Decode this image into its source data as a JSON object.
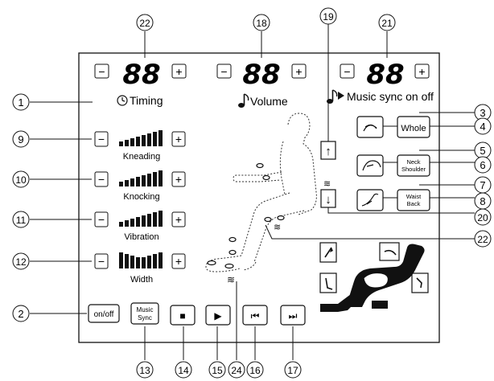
{
  "callouts": {
    "c1": "1",
    "c2": "2",
    "c3": "3",
    "c4": "4",
    "c5": "5",
    "c6": "6",
    "c7": "7",
    "c8": "8",
    "c9": "9",
    "c10": "10",
    "c11": "11",
    "c12": "12",
    "c13": "13",
    "c14": "14",
    "c15": "15",
    "c16": "16",
    "c17": "17",
    "c18": "18",
    "c19": "19",
    "c20": "20",
    "c21": "21",
    "c22": "22",
    "c22b": "22",
    "c24": "24"
  },
  "displays": {
    "timing": {
      "digits": "88",
      "label": "Timing",
      "minus": "−",
      "plus": "+"
    },
    "volume": {
      "digits": "88",
      "label": "Volume",
      "minus": "−",
      "plus": "+"
    },
    "music": {
      "digits": "88",
      "label": "Music sync on off",
      "minus": "−",
      "plus": "+"
    }
  },
  "intensity_rows": [
    {
      "label": "Kneading",
      "minus": "−",
      "plus": "+"
    },
    {
      "label": "Knocking",
      "minus": "−",
      "plus": "+"
    },
    {
      "label": "Vibration",
      "minus": "−",
      "plus": "+"
    },
    {
      "label": "Width",
      "minus": "−",
      "plus": "+"
    }
  ],
  "mode_buttons": {
    "whole": "Whole",
    "neck_shoulder_1": "Neck",
    "neck_shoulder_2": "Shoulder",
    "waist_back_1": "Waist",
    "waist_back_2": "Back"
  },
  "bottom_buttons": {
    "on_off": "on/off",
    "music_sync_1": "Music",
    "music_sync_2": "Sync",
    "stop": "■",
    "play": "▶",
    "rewind": "⏮",
    "forward": "⏭"
  },
  "arrows": {
    "up": "↑",
    "down": "↓"
  },
  "vibration_mark": "≋"
}
